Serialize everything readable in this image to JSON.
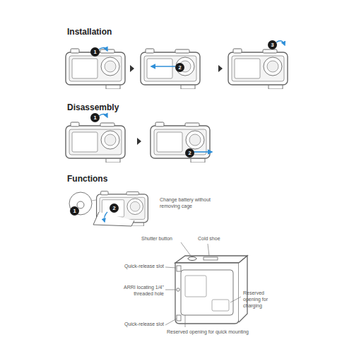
{
  "diagram": {
    "nodes": [
      {
        "text": [
          "1"
        ]
      },
      {
        "text": [
          "2"
        ]
      },
      {
        "text": [
          "3"
        ]
      },
      {
        "text": [
          "1"
        ]
      },
      {
        "text": [
          "2"
        ]
      },
      {
        "text": [
          "1"
        ]
      },
      {
        "text": [
          "2"
        ]
      }
    ],
    "labels": [
      "Installation",
      "Disassembly",
      "Functions",
      "Change battery without removing cage",
      "Shutter button",
      "Cold shoe",
      "Quick-release slot",
      "ARRI locating 1/4\" threaded hole",
      "Reserved opening for charging",
      "Quick-release slot",
      "Reserved opening for quick mounting"
    ]
  }
}
